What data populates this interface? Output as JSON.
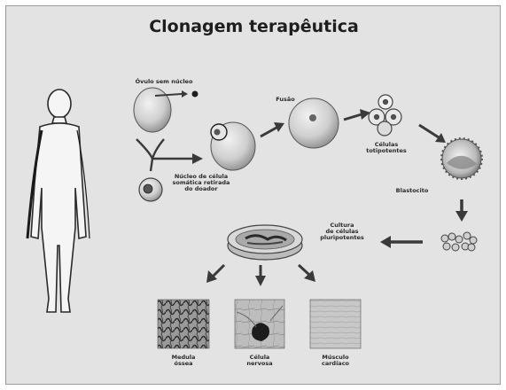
{
  "title": "Clonagem terapêutica",
  "labels": {
    "ovulo": "Óvulo sem núcleo",
    "nucleo": "Núcleo de célula\nsomática retirada\ndo doador",
    "fusao": "Fusão",
    "totipotentes": "Células\ntotipotentes",
    "blastocito": "Blastocito",
    "cultura": "Cultura\nde células\npluripotentes",
    "medula": "Medula\nóssea",
    "nervosa": "Célula\nnervosa",
    "musculo": "Músculo\ncardíaco"
  },
  "colors": {
    "background": "#e3e3e3",
    "cell_fill": "#d6d6d6",
    "arrow": "#3a3a3a",
    "figure_stroke": "#2b2b2b"
  }
}
